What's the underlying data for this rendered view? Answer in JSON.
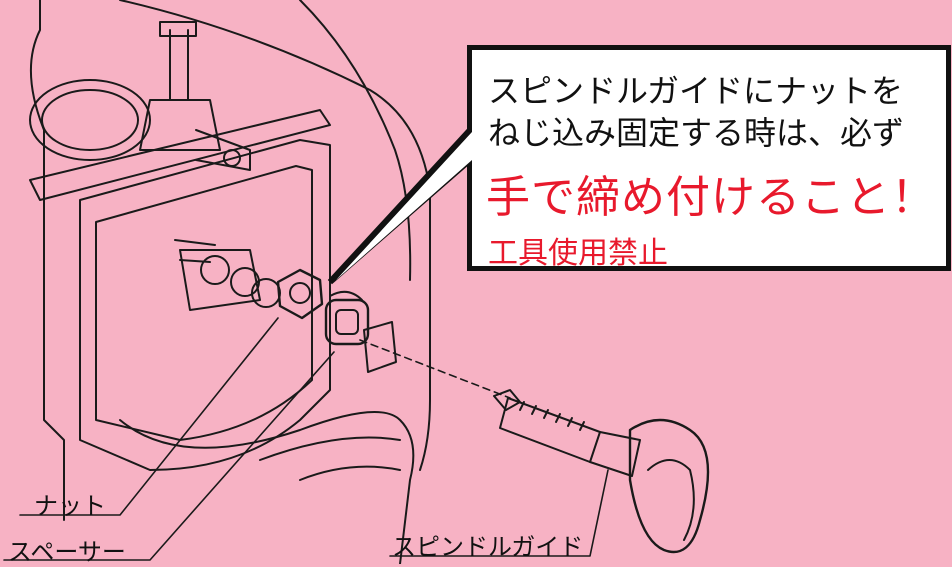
{
  "callout": {
    "line1": "スピンドルガイドにナットを",
    "line2": "ねじ込み固定する時は、必ず",
    "emphasis": "手で締め付けること！",
    "warning": "工具使用禁止",
    "emphasis_color": "#e8192c"
  },
  "labels": {
    "nut": "ナット",
    "spacer": "スペーサー",
    "spindle_guide": "スピンドルガイド"
  },
  "colors": {
    "background": "#f7b2c4",
    "line": "#1a1a1a",
    "callout_bg": "#ffffff"
  }
}
